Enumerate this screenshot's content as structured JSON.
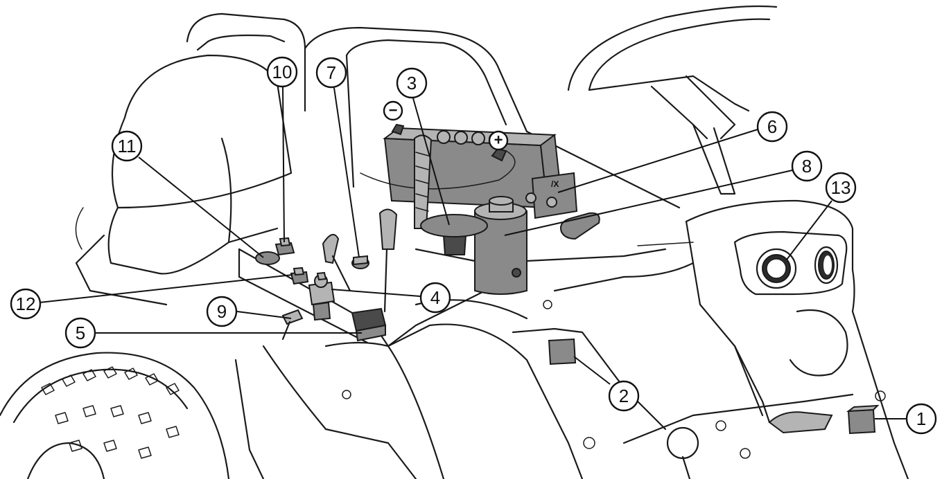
{
  "battery_polarity": {
    "negative": "−",
    "positive": "+"
  },
  "callouts": [
    {
      "id": "1",
      "label": "1"
    },
    {
      "id": "2",
      "label": "2"
    },
    {
      "id": "3",
      "label": "3"
    },
    {
      "id": "4",
      "label": "4"
    },
    {
      "id": "5",
      "label": "5"
    },
    {
      "id": "6",
      "label": "6"
    },
    {
      "id": "7",
      "label": "7"
    },
    {
      "id": "8",
      "label": "8"
    },
    {
      "id": "9",
      "label": "9"
    },
    {
      "id": "10",
      "label": "10"
    },
    {
      "id": "11",
      "label": "11"
    },
    {
      "id": "12",
      "label": "12"
    },
    {
      "id": "13",
      "label": "13"
    }
  ],
  "colors": {
    "line": "#1a1a1a",
    "component_fill": "#8a8a8a",
    "background": "#ffffff"
  }
}
